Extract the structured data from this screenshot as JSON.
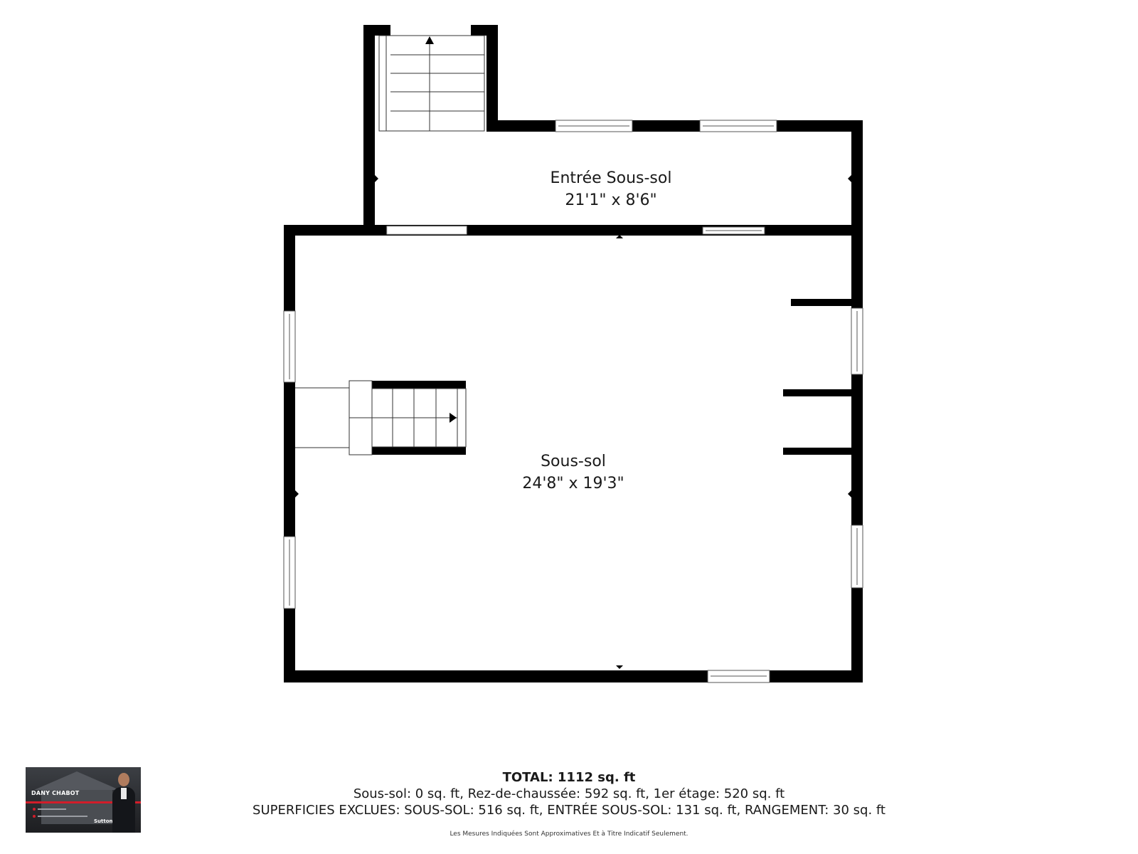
{
  "rooms": [
    {
      "name": "Entrée Sous-sol",
      "dimensions": "21'1\" x 8'6\""
    },
    {
      "name": "Sous-sol",
      "dimensions": "24'8\" x 19'3\""
    }
  ],
  "summary": {
    "total": "TOTAL: 1112 sq. ft",
    "floors": "Sous-sol: 0 sq. ft, Rez-de-chaussée: 592 sq. ft, 1er étage: 520 sq. ft",
    "excluded": "SUPERFICIES EXCLUES: SOUS-SOL: 516 sq. ft, ENTRÉE SOUS-SOL: 131 sq. ft, RANGEMENT: 30 sq. ft",
    "disclaimer": "Les Mesures Indiquées Sont Approximatives Et à Titre Indicatif Seulement."
  },
  "agent_card": {
    "name": "DANY CHABOT",
    "brand": "Sutton",
    "stripe_color": "#d21d2a"
  },
  "colors": {
    "wall": "#000000",
    "background": "#ffffff",
    "stair_line": "#333333"
  }
}
